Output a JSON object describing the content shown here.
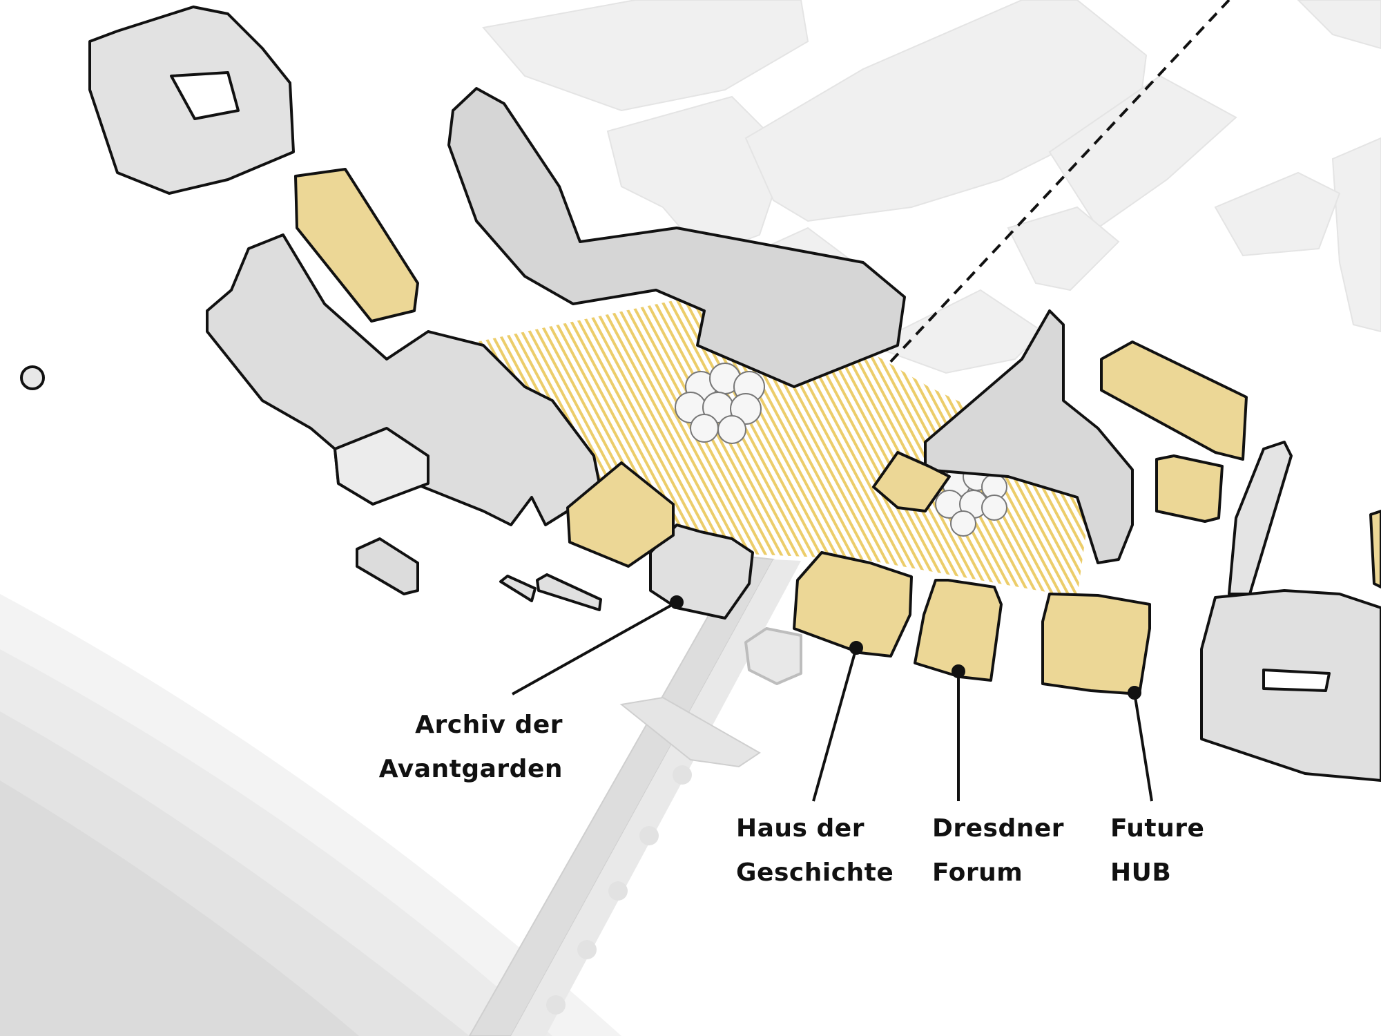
{
  "callouts": {
    "archiv": {
      "line1": "Archiv der",
      "line2": "Avantgarden"
    },
    "haus": {
      "line1": "Haus der",
      "line2": "Geschichte"
    },
    "forum": {
      "line1": "Dresdner",
      "line2": "Forum"
    },
    "hub": {
      "line1": "Future",
      "line2": "HUB"
    }
  },
  "colors": {
    "highlight": "#ecd796",
    "hatch": "#eccd6a",
    "building": "#dcdcdc",
    "building_light": "#f1f1f1",
    "outline": "#111111",
    "river": "#e9e9e9"
  }
}
